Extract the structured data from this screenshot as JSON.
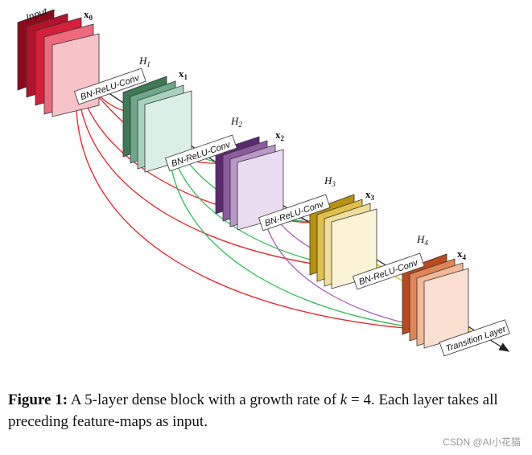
{
  "diagram": {
    "input_label": "Input",
    "x_labels": [
      "x",
      "x",
      "x",
      "x",
      "x"
    ],
    "x_subs": [
      "0",
      "1",
      "2",
      "3",
      "4"
    ],
    "h_labels": [
      "H",
      "H",
      "H",
      "H"
    ],
    "h_subs": [
      "1",
      "2",
      "3",
      "4"
    ],
    "op_label": "BN-ReLU-Conv",
    "transition_label": "Transition Layer",
    "colors": {
      "input": [
        "#8e0a1a",
        "#b3122a",
        "#d61f3a",
        "#f06a7d",
        "#f8c3c8"
      ],
      "h1": [
        "#3e7a55",
        "#6ea88a",
        "#a8d2bd",
        "#dcefe6"
      ],
      "h2": [
        "#5b2a6e",
        "#8b5c9e",
        "#b798c7",
        "#eadcf0"
      ],
      "h3": [
        "#b8920c",
        "#e0c04c",
        "#f1de9a",
        "#fbf3d6"
      ],
      "h4": [
        "#b84a1c",
        "#e08556",
        "#f3b898",
        "#fbdfd0"
      ],
      "from_x0": "#e8202a",
      "from_x1": "#2ebd5a",
      "from_x2": "#a561b3",
      "from_x3": "#f2c20f"
    }
  },
  "caption": {
    "figure": "Figure 1:",
    "text_a": " A 5-layer dense block with a growth rate of ",
    "k": "k",
    "text_b": " = 4. Each layer takes all preceding feature-maps as input."
  },
  "watermark": "CSDN @AI小花猫"
}
